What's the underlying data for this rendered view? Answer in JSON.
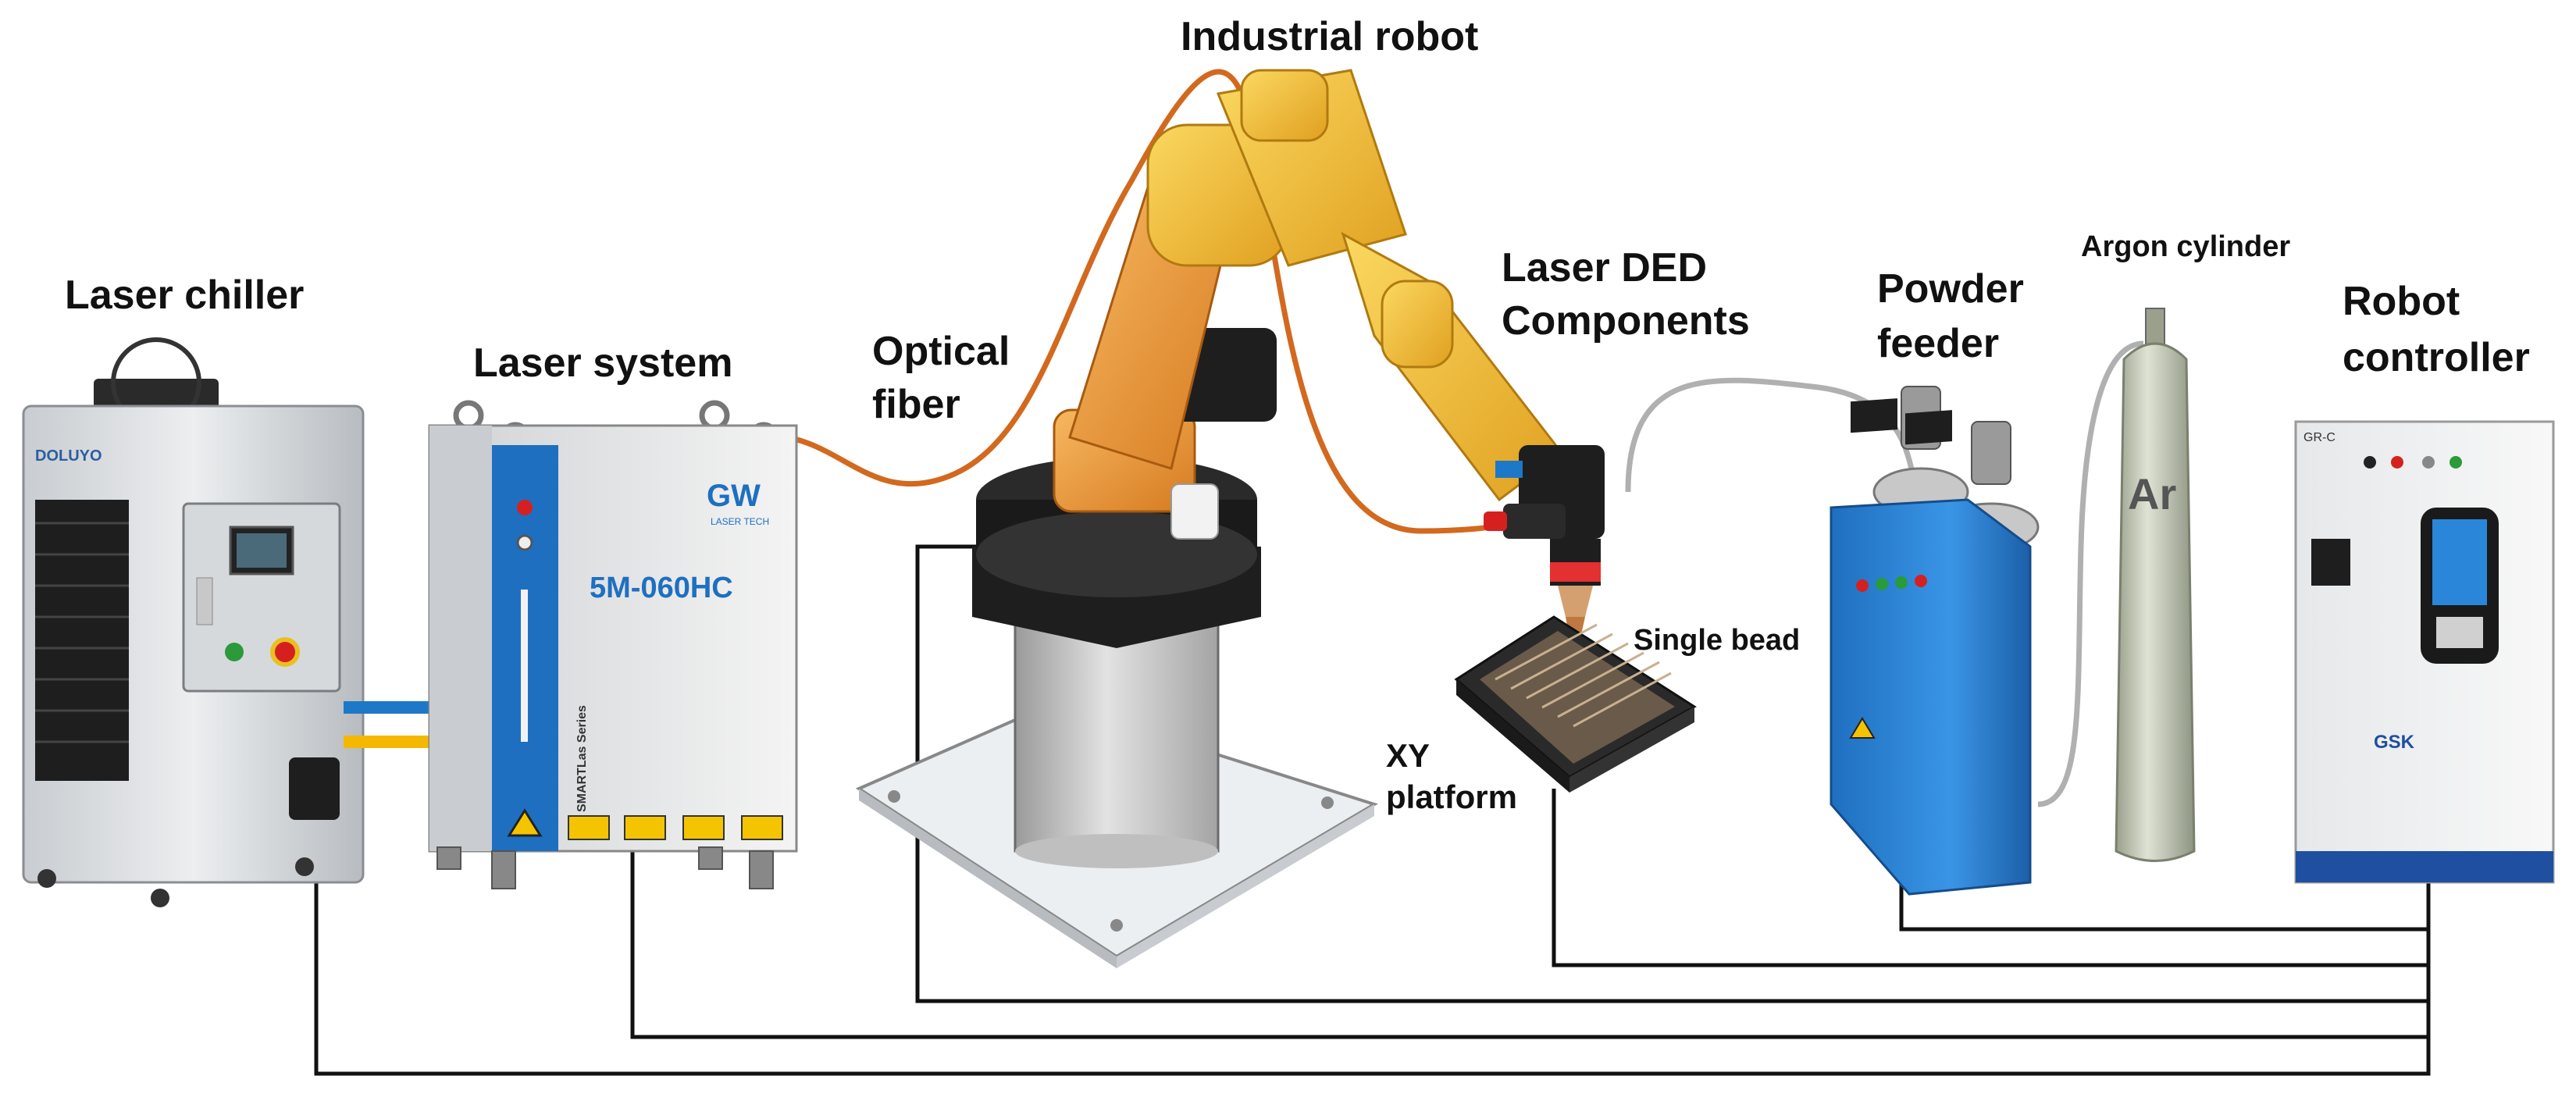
{
  "labels": {
    "laser_chiller": "Laser chiller",
    "laser_system": "Laser system",
    "optical_fiber_1": "Optical",
    "optical_fiber_2": "fiber",
    "industrial_robot": "Industrial robot",
    "laser_ded_1": "Laser DED",
    "laser_ded_2": "Components",
    "single_bead": "Single bead",
    "xy_platform_1": "XY",
    "xy_platform_2": "platform",
    "powder_feeder_1": "Powder",
    "powder_feeder_2": "feeder",
    "argon_cylinder": "Argon cylinder",
    "robot_controller_1": "Robot",
    "robot_controller_2": "controller"
  },
  "devices": {
    "chiller_brand": "DOLUYO",
    "laser_logo": "GW",
    "laser_logo_sub": "LASER TECH",
    "laser_model": "5M-060HC",
    "laser_series": "SMARTLas Series",
    "cylinder_gas": "Ar",
    "controller_badge": "GR-C",
    "controller_brand": "GSK"
  },
  "colors": {
    "fiber": "#d2691e",
    "robot_orange": "#f0a040",
    "robot_yellow": "#f5c030",
    "laser_blue": "#1e6fc0",
    "feeder_blue": "#2a86d8",
    "signal_wire": "#111111",
    "gas_hose": "#b0b0b0",
    "coolant_blue": "#1e78c8",
    "coolant_yellow": "#f5b800"
  }
}
